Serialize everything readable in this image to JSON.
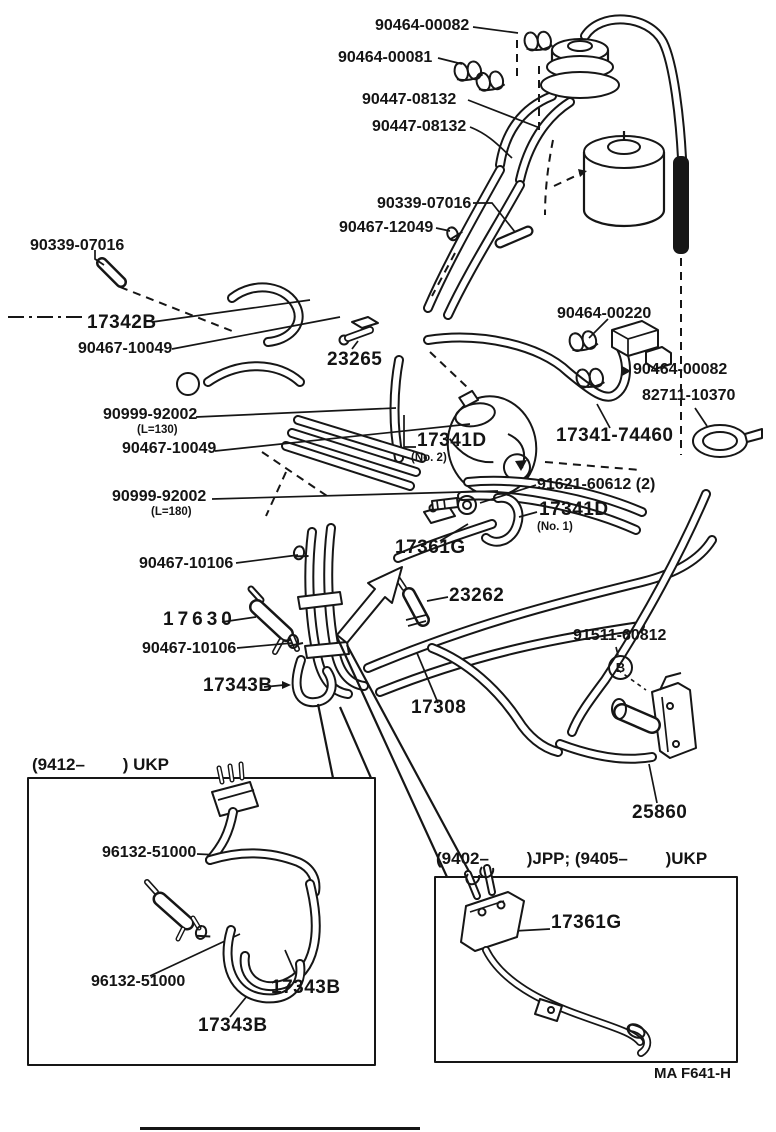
{
  "diagram": {
    "labels": [
      {
        "text": "90464-00082"
      },
      {
        "text": "90464-00081"
      },
      {
        "text": "90447-08132"
      },
      {
        "text": "90447-08132"
      },
      {
        "text": "90339-07016"
      },
      {
        "text": "90467-12049"
      },
      {
        "text": "90339-07016"
      },
      {
        "text": "17342B"
      },
      {
        "text": "90467-10049"
      },
      {
        "text": "23265"
      },
      {
        "text": "90464-00220"
      },
      {
        "text": "90464-00082"
      },
      {
        "text": "82711-10370"
      },
      {
        "text": "90999-92002",
        "sub": "(L=130)"
      },
      {
        "text": "90467-10049"
      },
      {
        "text": "17341D",
        "sub": "(No. 2)"
      },
      {
        "text": "17341-74460"
      },
      {
        "text": "91621-60612 (2)"
      },
      {
        "text": "90999-92002",
        "sub": "(L=180)"
      },
      {
        "text": "17341D",
        "sub": "(No. 1)"
      },
      {
        "text": "17361G"
      },
      {
        "text": "90467-10106"
      },
      {
        "text": "17630"
      },
      {
        "text": "23262"
      },
      {
        "text": "90467-10106"
      },
      {
        "text": "91511-60812"
      },
      {
        "text": "17343B"
      },
      {
        "text": "17308"
      },
      {
        "text": "25860"
      },
      {
        "text": "96132-51000"
      },
      {
        "text": "96132-51000"
      },
      {
        "text": "17343B"
      },
      {
        "text": "17343B"
      },
      {
        "text": "17361G"
      }
    ],
    "insets": [
      {
        "caption": "(9412–        ) UKP"
      },
      {
        "caption": "(9402–        )JPP; (9405–        )UKP"
      }
    ],
    "callout_b": "B",
    "footer_code": "MA F641-H"
  }
}
